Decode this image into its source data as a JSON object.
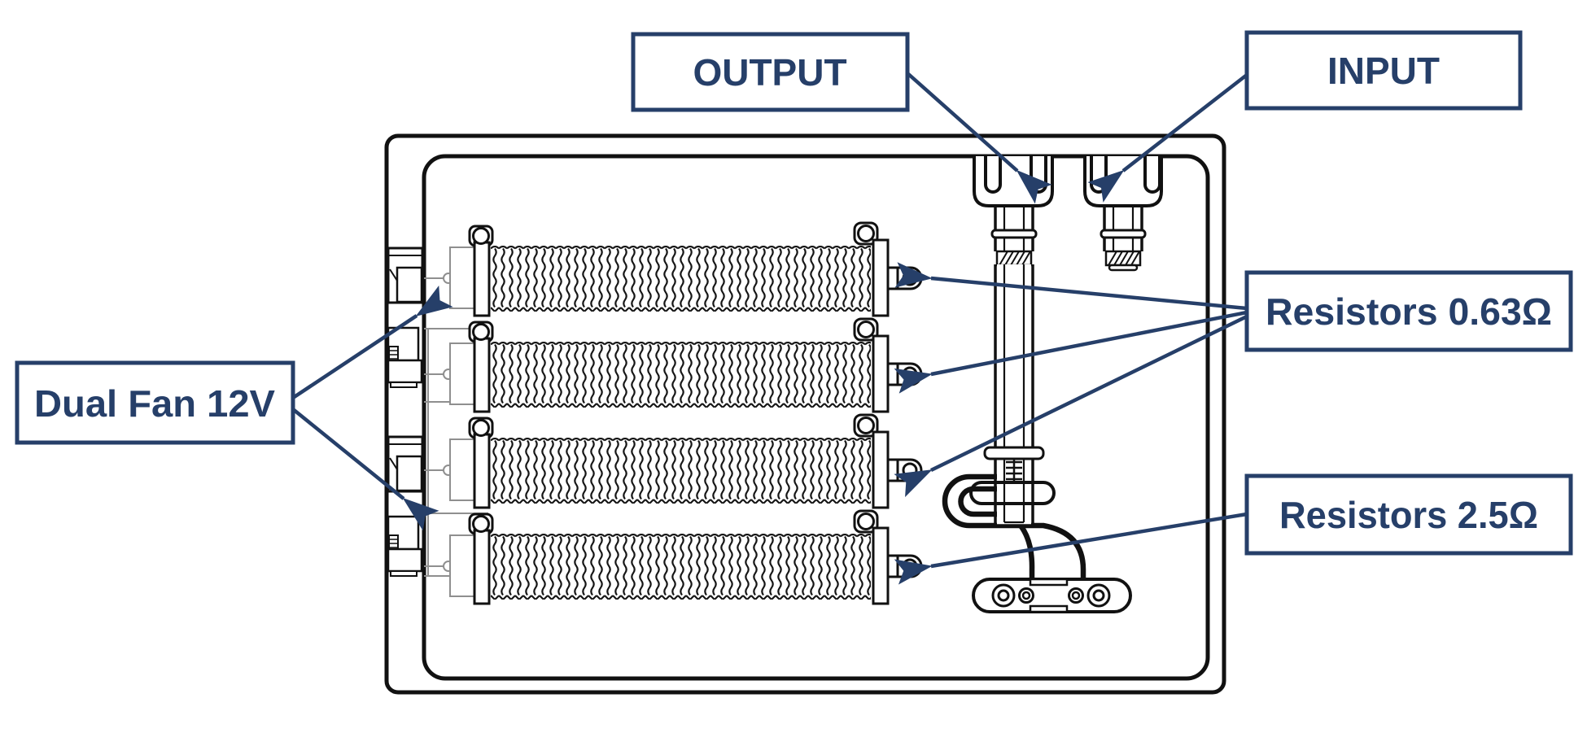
{
  "title": "Load box internal diagram",
  "colors": {
    "annotation": "#263f69",
    "line_art": "#111111",
    "detail_lines": "#8f8f8f",
    "background": "#ffffff"
  },
  "callouts": {
    "output": {
      "label": "OUTPUT"
    },
    "input": {
      "label": "INPUT"
    },
    "dual_fan": {
      "label": "Dual Fan 12V"
    },
    "resistors_063": {
      "label": "Resistors 0.63Ω"
    },
    "resistors_25": {
      "label": "Resistors 2.5Ω"
    }
  },
  "figure": {
    "resistor_coils_shown": 4,
    "fan_units_shown": 2,
    "top_connectors_shown": 2
  }
}
